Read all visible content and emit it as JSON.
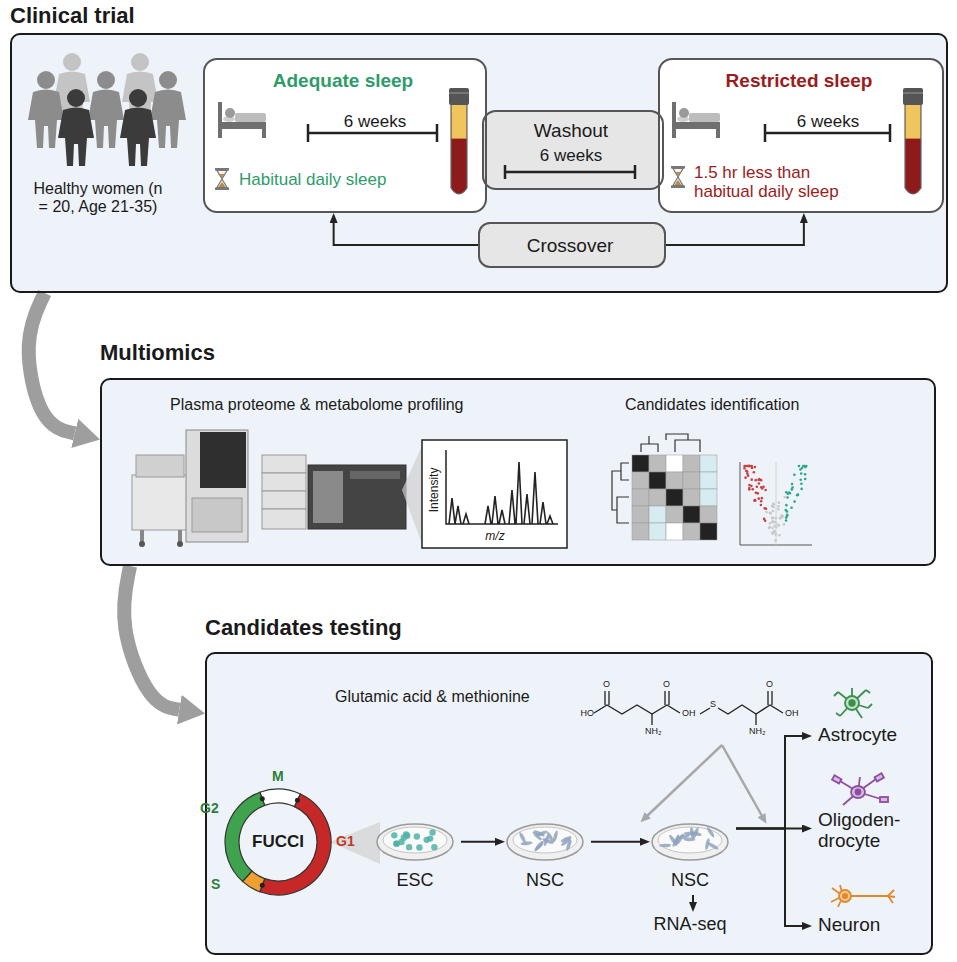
{
  "diagram": {
    "nodes": [
      {
        "text": [
          "Clinical trial"
        ]
      },
      {
        "text": [
          "Adequate sleep",
          "6 weeks",
          "Habitual daily sleep"
        ],
        "in": 0
      },
      {
        "text": [
          "Washout",
          "6 weeks"
        ],
        "in": 0
      },
      {
        "text": [
          "Restricted sleep",
          "6 weeks",
          "1.5 hr less than habitual daily sleep"
        ],
        "in": 0
      },
      {
        "text": [
          "Crossover"
        ],
        "in": 0
      },
      {
        "text": [
          "Multiomics"
        ]
      },
      {
        "text": [
          "Candidates testing"
        ]
      },
      {
        "text": [
          "ESC"
        ],
        "in": 6
      },
      {
        "text": [
          "NSC"
        ],
        "in": 6
      },
      {
        "text": [
          "NSC"
        ],
        "in": 6
      },
      {
        "text": [
          "RNA-seq"
        ],
        "in": 6
      },
      {
        "text": [
          "Astrocyte"
        ],
        "in": 6
      },
      {
        "text": [
          "Oligoden- drocyte"
        ],
        "in": 6
      },
      {
        "text": [
          "Neuron"
        ],
        "in": 6
      }
    ],
    "edges": [
      {
        "from": 4,
        "to": 1,
        "arrow": "to"
      },
      {
        "from": 4,
        "to": 3,
        "arrow": "to"
      },
      {
        "from": 0,
        "to": 5,
        "arrow": "to"
      },
      {
        "from": 5,
        "to": 6,
        "arrow": "to"
      },
      {
        "from": 7,
        "to": 8,
        "arrow": "to"
      },
      {
        "from": 8,
        "to": 9,
        "arrow": "to"
      },
      {
        "from": 9,
        "to": 10,
        "arrow": "to"
      },
      {
        "from": 9,
        "to": 11,
        "arrow": "to"
      },
      {
        "from": 9,
        "to": 12,
        "arrow": "to"
      },
      {
        "from": 9,
        "to": 13,
        "arrow": "to"
      }
    ],
    "labels": [
      "Healthy women (n = 20, Age 21-35)",
      "Plasma proteome & metabolome profiling",
      "Intensity",
      "m/z",
      "Candidates identification",
      "Glutamic acid & methionine",
      "O",
      "HO",
      "O",
      "OH",
      "NH₂",
      "S",
      "O",
      "OH",
      "NH₂",
      "M",
      "G2",
      "S",
      "G1",
      "FUCCI"
    ]
  }
}
